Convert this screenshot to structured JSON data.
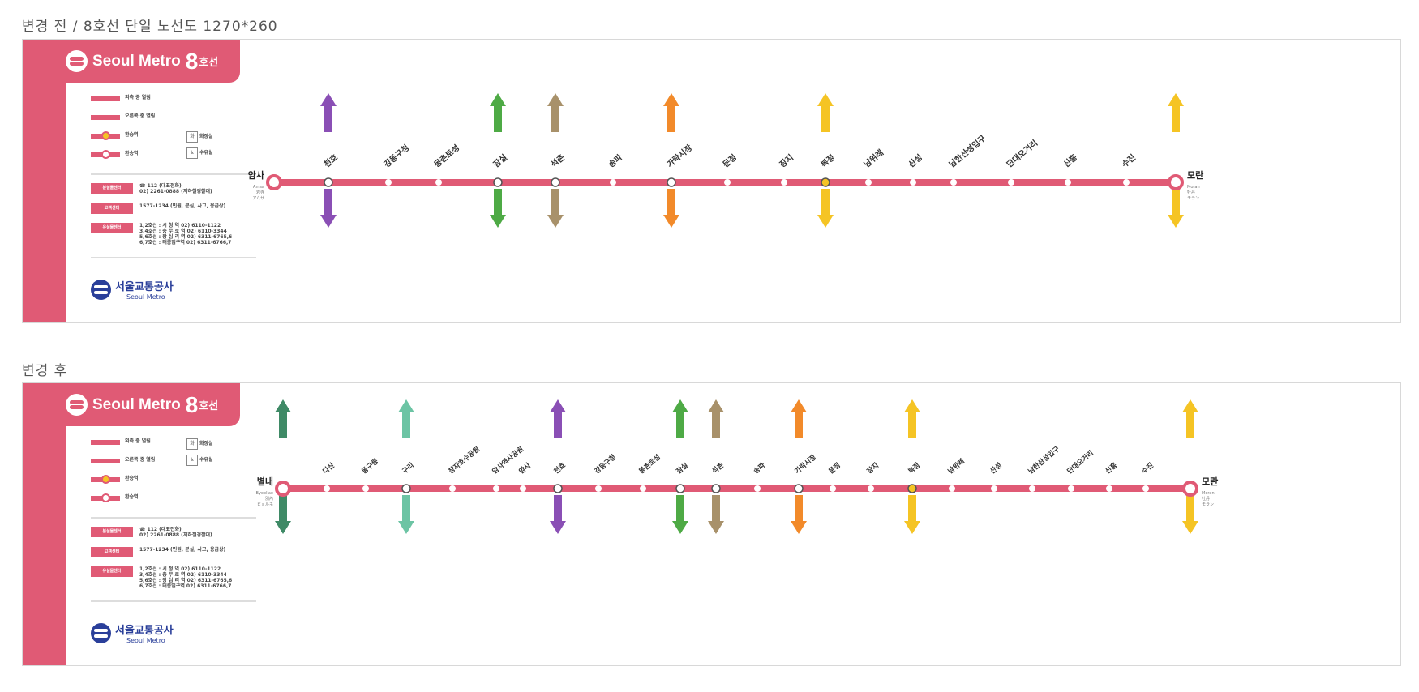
{
  "before": {
    "caption": "변경 전 / 8호선 단일 노선도 1270*260",
    "brand": "Seoul Metro",
    "line_num": "8",
    "line_label": "호선",
    "legend": [
      {
        "label": "외측 중 열림",
        "type": "bar"
      },
      {
        "label": "오른쪽 중 열림",
        "type": "bar"
      },
      {
        "label": "환승역",
        "type": "dot-yellow"
      },
      {
        "label": "환승역",
        "type": "dot"
      }
    ],
    "legend_icons": [
      {
        "icon": "toilet-icon",
        "glyph": "화",
        "label": "화장실"
      },
      {
        "icon": "accessible-icon",
        "glyph": "♿",
        "label": "수유실"
      }
    ],
    "info": [
      {
        "tag": "분실물센터",
        "text": "☎ 112 (대표전화)\n02) 2261-0888 (지하철경찰대)"
      },
      {
        "tag": "고객센터",
        "text": "1577-1234 (민원, 분실, 사고, 응급상)"
      },
      {
        "tag": "유실물센터",
        "text": "1,2호선 : 시 청 역 02) 6110-1122\n3,4호선 : 충 무 로 역 02) 6110-3344\n5,6호선 : 왕 십 리 역 02) 6311-6765,6\n6,7호선 : 태릉입구역 02) 6311-6766,7"
      }
    ],
    "corp_ko": "서울교통공사",
    "corp_en": "Seoul Metro",
    "terminal_start": {
      "name": "암사",
      "sub": "Amsa\n岩寺\nアムサ"
    },
    "terminal_end": {
      "name": "모란",
      "sub": "Moran\n牡丹\nモラン"
    },
    "stations": [
      "천호",
      "강동구청",
      "몽촌토성",
      "잠실",
      "석촌",
      "송파",
      "가락시장",
      "문정",
      "장지",
      "복정",
      "남위례",
      "산성",
      "남한산성입구",
      "단대오거리",
      "신흥",
      "수진"
    ]
  },
  "after": {
    "caption": "변경 후",
    "brand": "Seoul Metro",
    "line_num": "8",
    "line_label": "호선",
    "terminal_start": {
      "name": "별내",
      "sub": "Byeollae\n別內\nビョルネ"
    },
    "terminal_end": {
      "name": "모란",
      "sub": "Moran\n牡丹\nモラン"
    },
    "stations": [
      "다산",
      "동구릉",
      "구리",
      "장자호수공원",
      "암사역사공원",
      "암사",
      "천호",
      "강동구청",
      "몽촌토성",
      "잠실",
      "석촌",
      "송파",
      "가락시장",
      "문정",
      "장지",
      "복정",
      "남위례",
      "산성",
      "남한산성입구",
      "단대오거리",
      "신흥",
      "수진"
    ],
    "corp_ko": "서울교통공사",
    "corp_en": "Seoul Metro"
  },
  "colors": {
    "line8": "#e05a75",
    "line5": "#8a4fb5",
    "line2": "#4eaa45",
    "line9": "#a8916a",
    "line3": "#f28a2a",
    "bundang": "#f5c424",
    "gyeongchun": "#3f8a66",
    "gyeongui": "#6cc4a4"
  }
}
